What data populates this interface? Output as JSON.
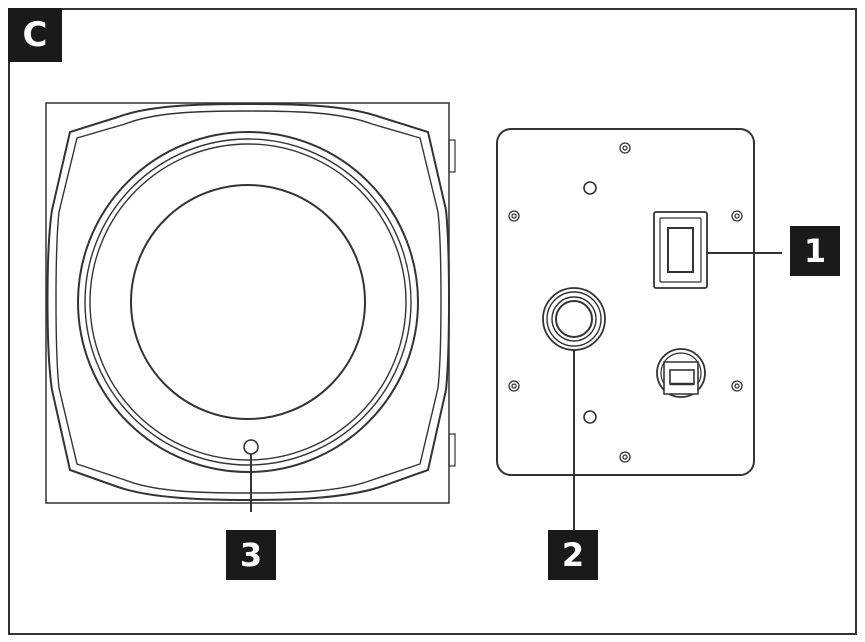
{
  "section": {
    "label": "C"
  },
  "callouts": [
    {
      "id": "power-switch",
      "label": "1"
    },
    {
      "id": "cable-port",
      "label": "2"
    },
    {
      "id": "indicator",
      "label": "3"
    }
  ],
  "colors": {
    "stroke": "#333333",
    "label_bg": "#1a1a1a",
    "label_text": "#ffffff"
  }
}
